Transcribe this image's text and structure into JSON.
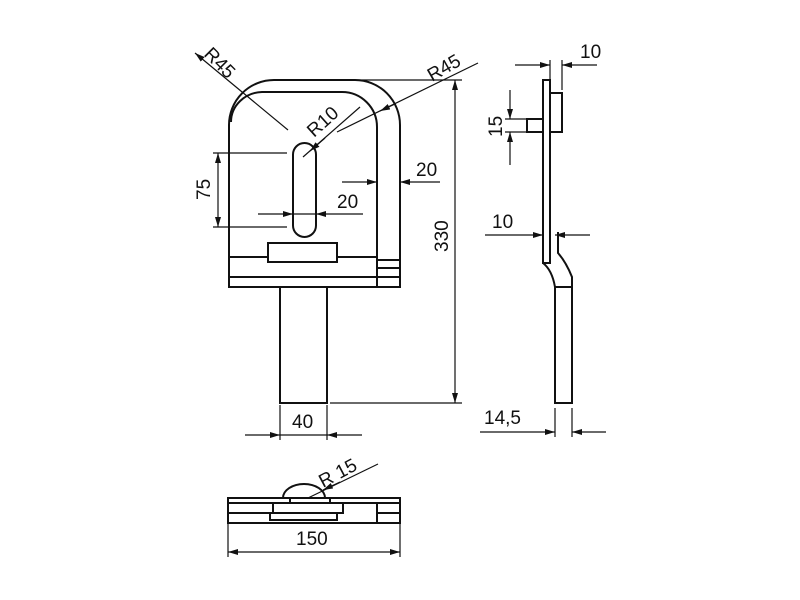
{
  "drawing": {
    "front_view": {
      "radius_left": "R45",
      "radius_right": "R45",
      "slot_radius": "R10",
      "slot_length": "75",
      "slot_width": "20",
      "rim_width": "20",
      "total_height": "330",
      "stem_width": "40"
    },
    "side_view": {
      "top_thickness": "10",
      "stud_height": "15",
      "mid_thickness": "10",
      "bottom_thickness": "14,5"
    },
    "bottom_view": {
      "dome_radius": "R 15",
      "total_width": "150"
    }
  }
}
